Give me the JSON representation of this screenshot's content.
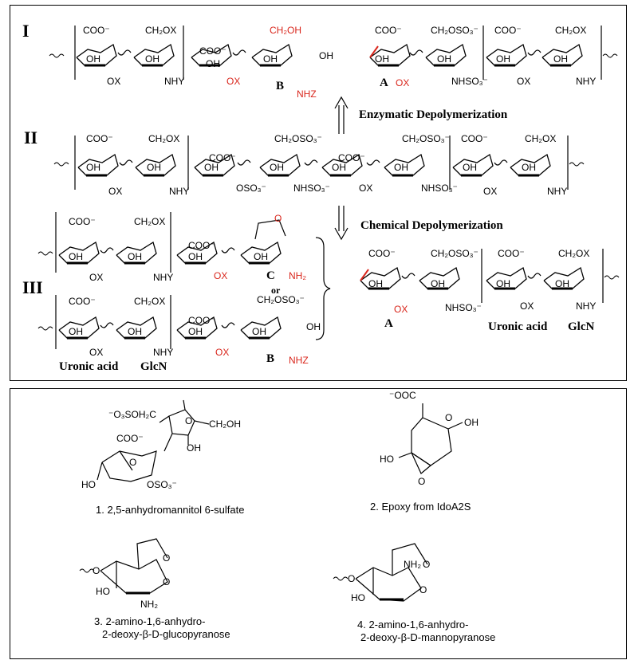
{
  "top_panel": {
    "row_labels": {
      "I": "I",
      "II": "II",
      "III": "III"
    },
    "arrows": {
      "enzymatic": "Enzymatic Depolymerization",
      "chemical": "Chemical Depolymerization"
    },
    "residue_labels": {
      "A": "A",
      "B": "B",
      "C": "C",
      "or": "or",
      "uronic": "Uronic acid",
      "glcn": "GlcN"
    },
    "groups": {
      "coo": "COO⁻",
      "ch2ox": "CH₂OX",
      "ch2oh": "CH₂OH",
      "ch2oso3": "CH₂OSO₃⁻",
      "oh": "OH",
      "ox": "OX",
      "nhy": "NHY",
      "nhz": "NHZ",
      "nhso3": "NHSO₃⁻",
      "oso3": "OSO₃⁻",
      "nh2": "NH₂",
      "o": "O"
    }
  },
  "bottom_panel": {
    "compounds": [
      {
        "caption_line1": "1. 2,5-anhydromannitol 6-sulfate",
        "caption_line2": ""
      },
      {
        "caption_line1": "2. Epoxy from IdoA2S",
        "caption_line2": ""
      },
      {
        "caption_line1": "3. 2-amino-1,6-anhydro-",
        "caption_line2": "2-deoxy-β-D-glucopyranose"
      },
      {
        "caption_line1": "4. 2-amino-1,6-anhydro-",
        "caption_line2": "2-deoxy-β-D-mannopyranose"
      }
    ],
    "struct_labels": {
      "so3_ch2": "⁻O₃SOH₂C",
      "ch2oh": "CH₂OH",
      "coo": "COO⁻",
      "ooc": "⁻OOC",
      "oh": "OH",
      "ho": "HO",
      "o": "O",
      "oso3": "OSO₃⁻",
      "nh2": "NH₂"
    }
  },
  "colors": {
    "highlight": "#d9261c",
    "ink": "#000000"
  }
}
